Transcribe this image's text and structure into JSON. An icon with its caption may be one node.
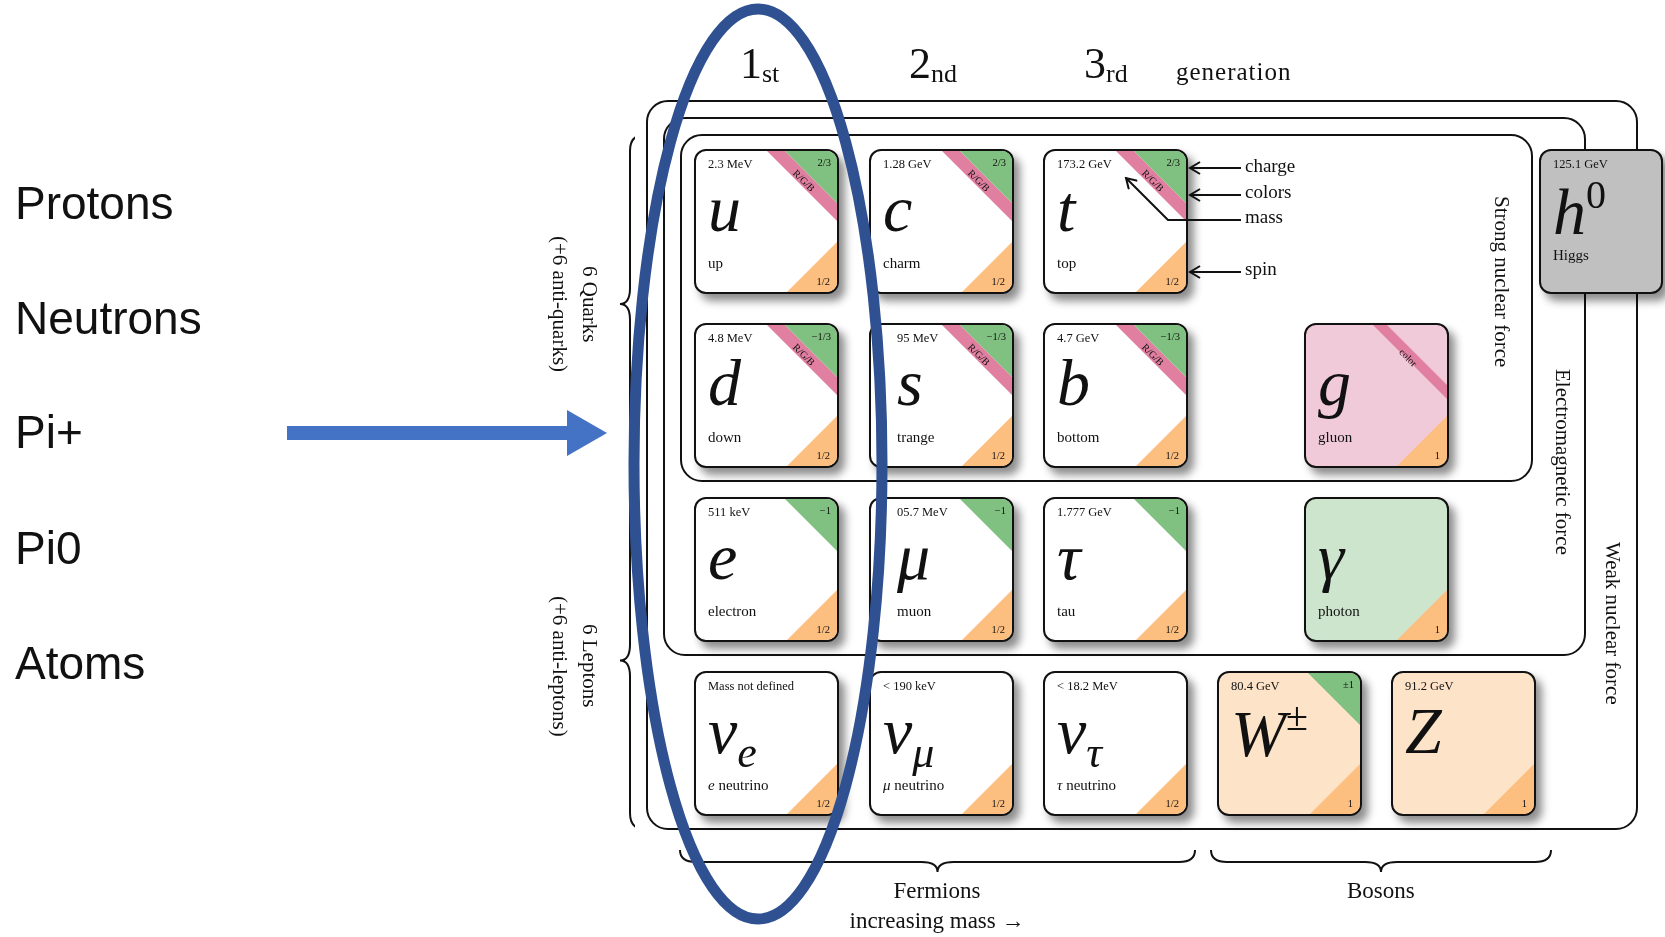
{
  "diagram": {
    "nodes": [
      {
        "text": [
          "Pi+"
        ]
      },
      {
        "text": [
          "6 Quarks (+6 anti-quarks)"
        ]
      },
      {
        "text": [
          "Weak nuclear force"
        ]
      },
      {
        "text": [
          "Electromagnetic force"
        ],
        "in": 2
      },
      {
        "text": [
          "Strong nuclear force"
        ],
        "in": 3
      },
      {
        "text": [
          "2.3 MeV",
          "u",
          "up",
          "2/3",
          "R/G/B",
          "1/2"
        ],
        "in": 4
      },
      {
        "text": [
          "1.28 GeV",
          "c",
          "charm",
          "2/3",
          "R/G/B",
          "1/2"
        ],
        "in": 4
      },
      {
        "text": [
          "173.2 GeV",
          "t",
          "top",
          "2/3",
          "R/G/B",
          "1/2"
        ],
        "in": 4
      },
      {
        "text": [
          "charge"
        ],
        "in": 4
      },
      {
        "text": [
          "colors"
        ],
        "in": 4
      },
      {
        "text": [
          "mass"
        ],
        "in": 4
      },
      {
        "text": [
          "spin"
        ],
        "in": 4
      },
      {
        "text": [
          "125.1 GeV",
          "h$^{0}$",
          "Higgs"
        ]
      },
      {
        "text": [
          "4.8 MeV",
          "d",
          "down",
          "−1/3",
          "R/G/B",
          "1/2"
        ],
        "in": 4
      },
      {
        "text": [
          "95 MeV",
          "s",
          "trange",
          "−1/3",
          "R/G/B",
          "1/2"
        ],
        "in": 4
      },
      {
        "text": [
          "4.7 GeV",
          "b",
          "bottom",
          "−1/3",
          "R/G/B",
          "1/2"
        ],
        "in": 4
      },
      {
        "text": [
          "g",
          "gluon",
          "color",
          "1"
        ],
        "in": 4
      },
      {
        "text": [
          "511 keV",
          "e",
          "electron",
          "−1",
          "1/2"
        ],
        "in": 3
      },
      {
        "text": [
          "05.7 MeV",
          "μ",
          "muon",
          "−1",
          "1/2"
        ],
        "in": 3
      },
      {
        "text": [
          "1.777 GeV",
          "τ",
          "tau",
          "−1",
          "1/2"
        ],
        "in": 3
      },
      {
        "text": [
          "γ",
          "photon",
          "1"
        ],
        "in": 3
      },
      {
        "text": [
          "Mass not defined",
          "ν$_{e}$",
          "*e* neutrino",
          "1/2"
        ],
        "in": 2
      },
      {
        "text": [
          "< 190 keV",
          "ν$_{μ}$",
          "*μ* neutrino",
          "1/2"
        ],
        "in": 2
      },
      {
        "text": [
          "< 18.2 MeV",
          "ν$_{τ}$",
          "*τ* neutrino",
          "1/2"
        ],
        "in": 2
      },
      {
        "text": [
          "80.4 GeV",
          "W$^{±}$",
          "±1",
          "1"
        ],
        "in": 2
      },
      {
        "text": [
          "91.2 GeV",
          "Z",
          "1"
        ],
        "in": 2
      }
    ],
    "edges": [
      {
        "from": null,
        "to": 1,
        "arrow": "to",
        "style": "thick",
        "color": "#4472c4"
      },
      {
        "from": 8,
        "to": 7,
        "arrow": "to"
      },
      {
        "from": 9,
        "to": 7,
        "arrow": "to"
      },
      {
        "from": 10,
        "to": 7,
        "arrow": "to"
      },
      {
        "from": 11,
        "to": 7,
        "arrow": "to"
      }
    ],
    "labels": [
      "1$_{st}$",
      "2$_{nd}$",
      "3$_{rd}$",
      "generation",
      "Protons",
      "Neutrons",
      "Pi0",
      "Atoms",
      "6 Leptons (+6 anti-leptons)",
      "Fermions",
      "increasing mass →",
      "Bosons"
    ]
  }
}
